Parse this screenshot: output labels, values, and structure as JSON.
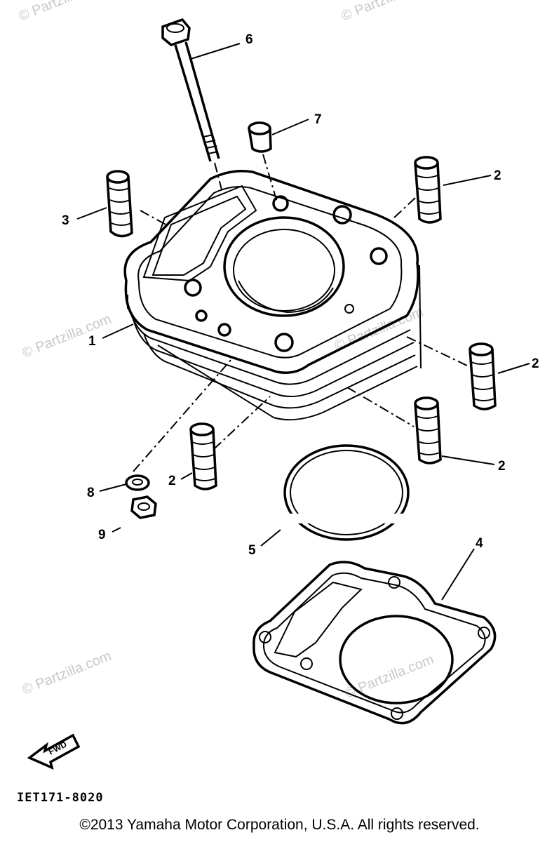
{
  "callouts": {
    "c1": "1",
    "c2a": "2",
    "c2b": "2",
    "c2c": "2",
    "c2d": "2",
    "c3": "3",
    "c4": "4",
    "c5": "5",
    "c6": "6",
    "c7": "7",
    "c8": "8",
    "c9": "9"
  },
  "fwd_label": "FWD",
  "diagram_code": "IET171-8020",
  "watermark": "© Partzilla.com",
  "copyright": "©2013 Yamaha Motor Corporation, U.S.A. All rights reserved."
}
